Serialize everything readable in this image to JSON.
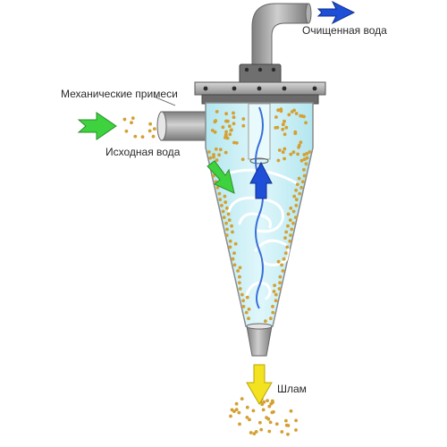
{
  "labels": {
    "clean_water": "Очищенная вода",
    "impurities": "Механические примеси",
    "inlet_water": "Исходная вода",
    "sludge": "Шлам"
  },
  "colors": {
    "water_fill": "#c5eef5",
    "particle": "#d4a032",
    "pipe": "#9a9a9a",
    "flange": "#b8b8b8",
    "collar": "#777777",
    "arrow_inlet": "#3fd23f",
    "arrow_clean": "#1f4fd6",
    "arrow_sludge": "#f2e220",
    "vortex": "#ffffff",
    "center_flow": "#3a6fd8"
  },
  "icons": {
    "inlet": "green-arrow-icon",
    "outlet": "blue-arrow-icon",
    "sludge": "yellow-arrow-icon"
  }
}
